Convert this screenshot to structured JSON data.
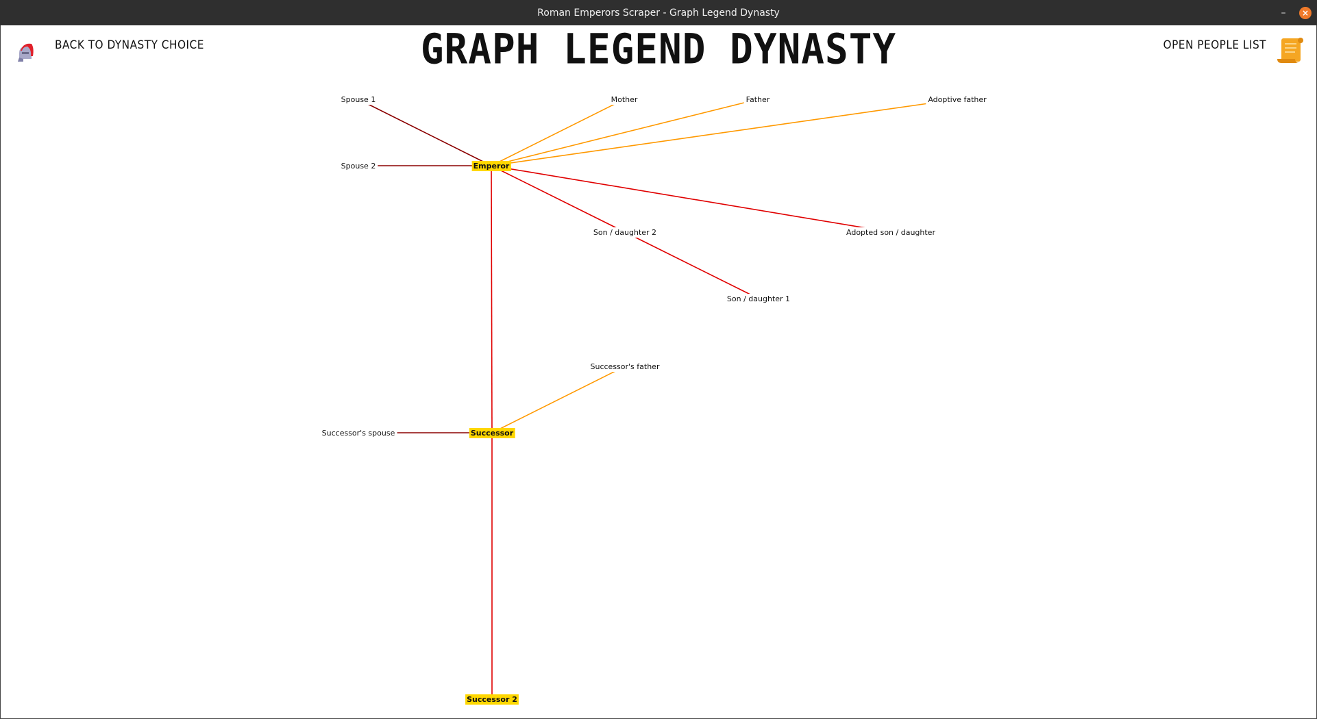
{
  "window": {
    "title": "Roman Emperors Scraper - Graph Legend Dynasty",
    "minimize_glyph": "–",
    "close_glyph": "×"
  },
  "header": {
    "back_label": "BACK TO DYNASTY CHOICE",
    "title": "GRAPH LEGEND DYNASTY",
    "open_label": "OPEN PEOPLE LIST",
    "back_icon": "helmet-icon",
    "open_icon": "scroll-icon"
  },
  "colors": {
    "marriage": "#8b0000",
    "parent": "#ff9900",
    "child": "#e00000",
    "highlight": "#ffd700"
  },
  "graph": {
    "nodes": [
      {
        "id": "spouse1",
        "label": "Spouse 1",
        "highlight": false
      },
      {
        "id": "spouse2",
        "label": "Spouse 2",
        "highlight": false
      },
      {
        "id": "emperor",
        "label": "Emperor",
        "highlight": true
      },
      {
        "id": "mother",
        "label": "Mother",
        "highlight": false
      },
      {
        "id": "father",
        "label": "Father",
        "highlight": false
      },
      {
        "id": "adoptive_father",
        "label": "Adoptive father",
        "highlight": false
      },
      {
        "id": "son2",
        "label": "Son / daughter 2",
        "highlight": false
      },
      {
        "id": "adopted",
        "label": "Adopted son / daughter",
        "highlight": false
      },
      {
        "id": "son1",
        "label": "Son / daughter 1",
        "highlight": false
      },
      {
        "id": "succ_father",
        "label": "Successor's father",
        "highlight": false
      },
      {
        "id": "succ_spouse",
        "label": "Successor's spouse",
        "highlight": false
      },
      {
        "id": "successor",
        "label": "Successor",
        "highlight": true
      },
      {
        "id": "successor2",
        "label": "Successor 2",
        "highlight": true
      }
    ],
    "edges": [
      {
        "from": "spouse1",
        "to": "emperor",
        "type": "marriage"
      },
      {
        "from": "spouse2",
        "to": "emperor",
        "type": "marriage"
      },
      {
        "from": "mother",
        "to": "emperor",
        "type": "parent"
      },
      {
        "from": "father",
        "to": "emperor",
        "type": "parent"
      },
      {
        "from": "adoptive_father",
        "to": "emperor",
        "type": "parent"
      },
      {
        "from": "emperor",
        "to": "son2",
        "type": "child"
      },
      {
        "from": "emperor",
        "to": "adopted",
        "type": "child"
      },
      {
        "from": "son2",
        "to": "son1",
        "type": "child"
      },
      {
        "from": "emperor",
        "to": "successor",
        "type": "child"
      },
      {
        "from": "succ_father",
        "to": "successor",
        "type": "parent"
      },
      {
        "from": "succ_spouse",
        "to": "successor",
        "type": "marriage"
      },
      {
        "from": "successor",
        "to": "successor2",
        "type": "child"
      }
    ]
  }
}
